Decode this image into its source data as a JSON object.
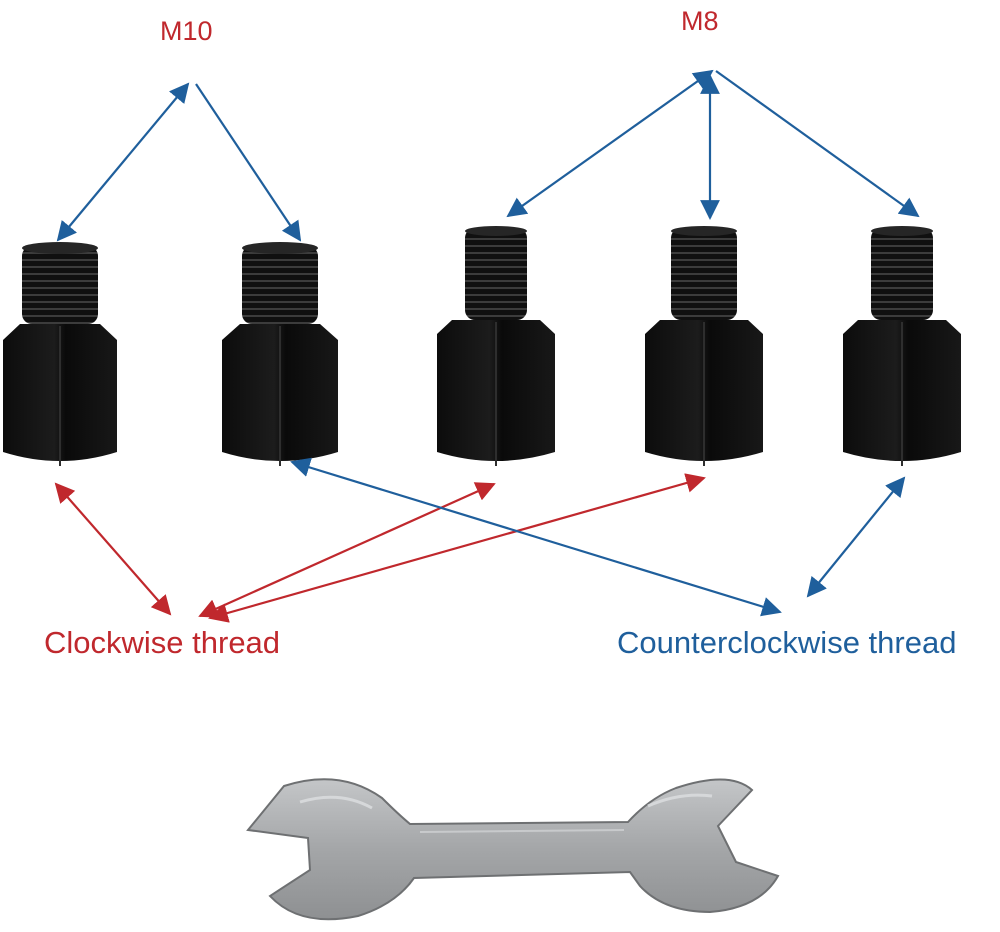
{
  "labels": {
    "m10": "M10",
    "m8": "M8",
    "clockwise": "Clockwise thread",
    "counterclockwise": "Counterclockwise thread"
  },
  "colors": {
    "red": "#c0282d",
    "blue": "#1f5f9c",
    "adapter_body": "#141414",
    "adapter_highlight": "#3a3a3a",
    "wrench": "#a9abad"
  },
  "items": {
    "adapters": [
      {
        "thread": "M10",
        "direction": "clockwise"
      },
      {
        "thread": "M10",
        "direction": "counterclockwise"
      },
      {
        "thread": "M8",
        "direction": "clockwise"
      },
      {
        "thread": "M8",
        "direction": "clockwise"
      },
      {
        "thread": "M8",
        "direction": "counterclockwise"
      }
    ],
    "wrench": "wrench"
  }
}
